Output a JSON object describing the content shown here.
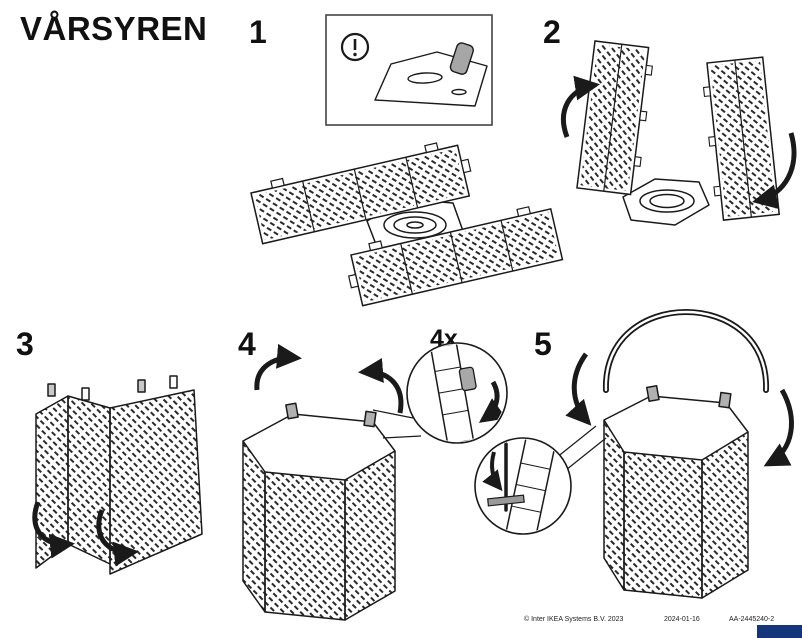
{
  "page": {
    "title": "VÅRSYREN",
    "brand_bar_color": "#15357a"
  },
  "steps": {
    "step1": {
      "number": "1"
    },
    "step2": {
      "number": "2"
    },
    "step3": {
      "number": "3"
    },
    "step4": {
      "number": "4",
      "count_label": "4x"
    },
    "step5": {
      "number": "5"
    }
  },
  "footer": {
    "copyright": "© Inter IKEA Systems B.V. 2023",
    "date": "2024-01-16",
    "document_number": "AA-2445240-2"
  }
}
